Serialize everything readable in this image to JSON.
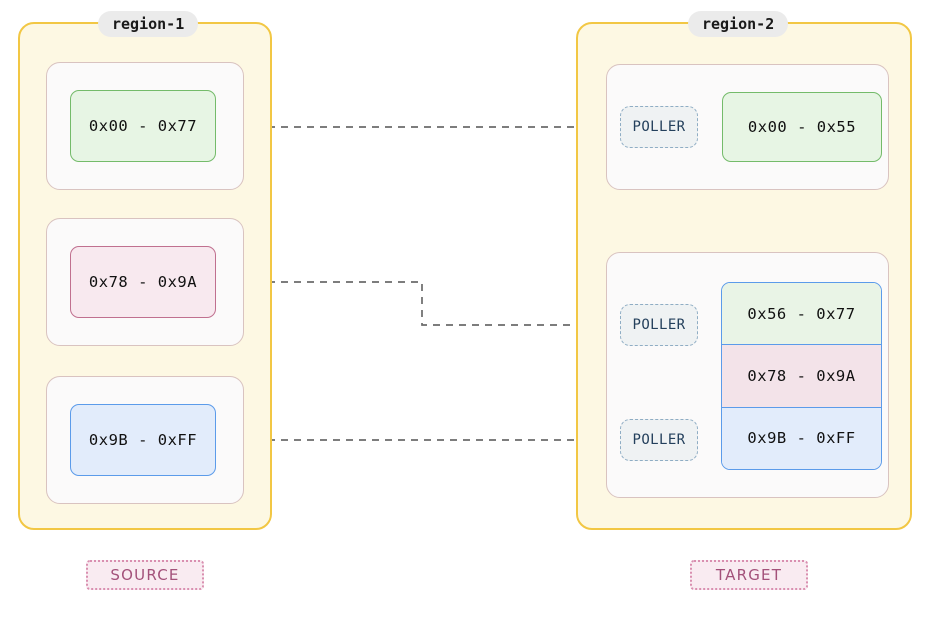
{
  "diagram": {
    "regions": [
      {
        "id": "region-1",
        "label": "region-1"
      },
      {
        "id": "region-2",
        "label": "region-2"
      }
    ],
    "source": {
      "badge": "SOURCE",
      "blocks": [
        {
          "label": "0x00 - 0x77",
          "color": "green"
        },
        {
          "label": "0x78 - 0x9A",
          "color": "pink"
        },
        {
          "label": "0x9B - 0xFF",
          "color": "blue"
        }
      ]
    },
    "target": {
      "badge": "TARGET",
      "poller_label": "POLLER",
      "pollers": [
        {
          "label": "POLLER"
        },
        {
          "label": "POLLER"
        },
        {
          "label": "POLLER"
        }
      ],
      "top_block": {
        "label": "0x00 - 0x55",
        "color": "green"
      },
      "stack_segments": [
        {
          "label": "0x56 - 0x77",
          "color": "green"
        },
        {
          "label": "0x78 - 0x9A",
          "color": "pink"
        },
        {
          "label": "0x9B - 0xFF",
          "color": "blue"
        }
      ]
    },
    "colors": {
      "region_border": "#f2c744",
      "region_fill": "#fdf8e3",
      "slot_border": "#d9c3c0",
      "slot_fill": "#fbfafa",
      "green_border": "#74bb6a",
      "green_fill": "#e7f5e4",
      "pink_border": "#c0708f",
      "pink_fill": "#f8e9ef",
      "blue_border": "#5b9bea",
      "blue_fill": "#e2ecfb",
      "poller_border": "#8fadc4",
      "poller_fill": "#eff2f3",
      "poller_text": "#24405c",
      "badge_border": "#d98fb0",
      "badge_fill": "#f9ebf1",
      "badge_text": "#a3517a",
      "edge_dashed": "#6b6b6b",
      "edge_solid": "#5a5a5a",
      "label_pill_fill": "#ebebeb"
    }
  }
}
